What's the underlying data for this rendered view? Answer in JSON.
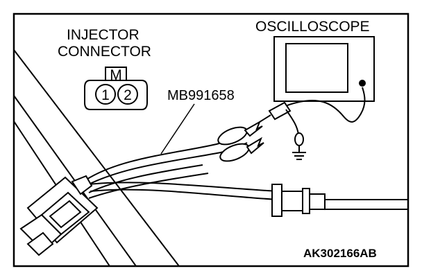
{
  "labels": {
    "injector_line1": "INJECTOR",
    "injector_line2": "CONNECTOR",
    "oscilloscope": "OSCILLOSCOPE",
    "harness": "MB991658",
    "figure_code": "AK302166AB"
  },
  "connector": {
    "key_mark": "M",
    "pin1": "1",
    "pin2": "2"
  },
  "colors": {
    "line": "#000000",
    "background": "#ffffff"
  }
}
